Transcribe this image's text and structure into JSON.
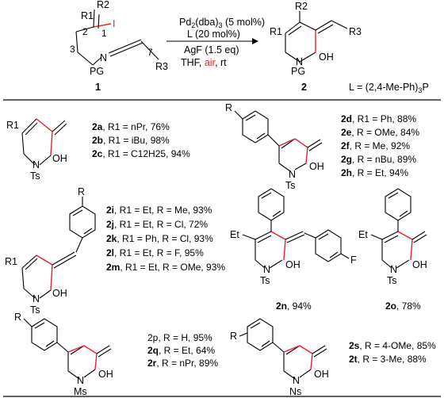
{
  "scheme": {
    "reactant_number": "1",
    "product_number": "2",
    "reactant_labels": {
      "r2": "R2",
      "r1": "R1",
      "i": "I",
      "pg": "PG",
      "r3": "R3",
      "n": "N",
      "pos1": "1",
      "pos2": "2",
      "pos3": "3",
      "pos7": "7"
    },
    "product_labels": {
      "r2": "R2",
      "r1": "R1",
      "r3": "R3",
      "n": "N",
      "pg": "PG",
      "oh": "OH"
    },
    "conditions": {
      "catalyst_prefix": "Pd",
      "catalyst_rest": "(dba)",
      "catalyst_sub1": "2",
      "catalyst_sub2": "3",
      "catalyst_loading": "(5 mol%)",
      "ligand": "L (20 mol%)",
      "additive": "AgF (1.5 eq)",
      "solvent": "THF, ",
      "air": "air",
      "temp": ", rt"
    },
    "ligand_definition": "L = (2,4-Me-Ph)",
    "ligand_sub": "3",
    "ligand_suffix": "P"
  },
  "products": [
    {
      "id": "2a",
      "text": ", R1 = nPr, 76%"
    },
    {
      "id": "2b",
      "text": ", R1 = iBu, 98%"
    },
    {
      "id": "2c",
      "text": ", R1 = C12H25, 94%"
    },
    {
      "id": "2d",
      "text": ", R1 = Ph, 88%"
    },
    {
      "id": "2e",
      "text": ", R = OMe, 84%"
    },
    {
      "id": "2f",
      "text": ", R = Me, 92%"
    },
    {
      "id": "2g",
      "text": ", R = nBu, 89%"
    },
    {
      "id": "2h",
      "text": ", R = Et, 94%"
    },
    {
      "id": "2i",
      "text": ", R1 = Et, R = Me, 93%"
    },
    {
      "id": "2j",
      "text": ", R1 = Et, R = Cl, 72%"
    },
    {
      "id": "2k",
      "text": ", R1 = Ph, R = Cl, 93%"
    },
    {
      "id": "2l",
      "text": ", R1 = Et, R = F, 95%"
    },
    {
      "id": "2m",
      "text": ", R1 = Et, R = OMe, 93%"
    },
    {
      "id": "2n",
      "text": ", 94%"
    },
    {
      "id": "2o",
      "text": ", 78%"
    },
    {
      "id": "2p",
      "text": ", R = H, 95%"
    },
    {
      "id": "2q",
      "text": ", R = Et,  64%"
    },
    {
      "id": "2r",
      "text": ", R = nPr, 89%"
    },
    {
      "id": "2s",
      "text": ", R = 4-OMe, 85%"
    },
    {
      "id": "2t",
      "text": ", R = 3-Me, 88%"
    }
  ],
  "structure_labels": {
    "r1": "R1",
    "r": "R",
    "ts": "Ts",
    "ms": "Ms",
    "ns": "Ns",
    "n": "N",
    "oh": "OH",
    "et": "Et",
    "f": "F"
  }
}
